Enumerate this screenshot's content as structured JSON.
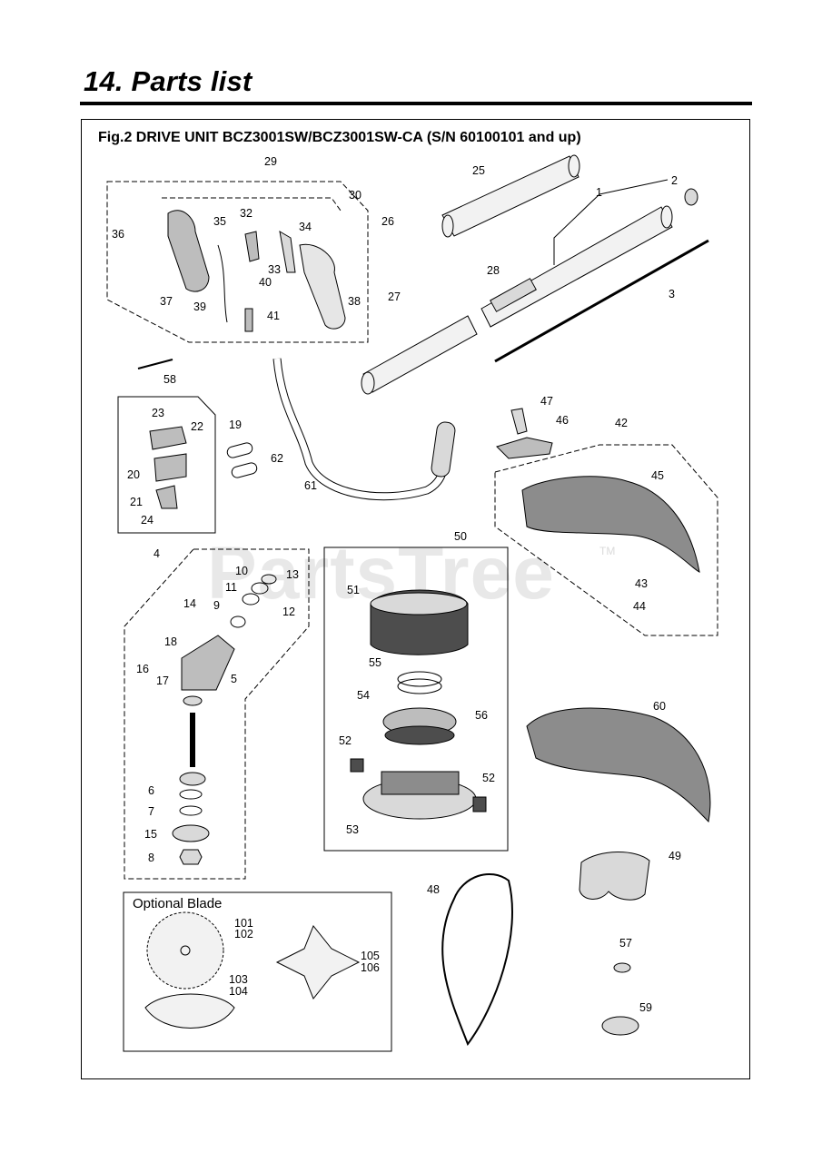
{
  "header": {
    "title": "14. Parts list"
  },
  "figure": {
    "title": "Fig.2 DRIVE UNIT  BCZ3001SW/BCZ3001SW-CA  (S/N 60100101 and up)",
    "optional_blade_title": "Optional Blade"
  },
  "watermark": {
    "text": "PartsTree",
    "tm": "TM"
  },
  "callouts": {
    "c1": "1",
    "c2": "2",
    "c3": "3",
    "c4": "4",
    "c5": "5",
    "c6": "6",
    "c7": "7",
    "c8": "8",
    "c9": "9",
    "c10": "10",
    "c11": "11",
    "c12": "12",
    "c13": "13",
    "c14": "14",
    "c15": "15",
    "c16": "16",
    "c17": "17",
    "c18": "18",
    "c19": "19",
    "c20": "20",
    "c21": "21",
    "c22": "22",
    "c23": "23",
    "c24": "24",
    "c25": "25",
    "c26": "26",
    "c27": "27",
    "c28": "28",
    "c29": "29",
    "c30": "30",
    "c32": "32",
    "c33": "33",
    "c34": "34",
    "c35": "35",
    "c36": "36",
    "c37": "37",
    "c38": "38",
    "c39": "39",
    "c40": "40",
    "c41": "41",
    "c42": "42",
    "c43": "43",
    "c44": "44",
    "c45": "45",
    "c46": "46",
    "c47": "47",
    "c48": "48",
    "c49": "49",
    "c50": "50",
    "c51": "51",
    "c52a": "52",
    "c52b": "52",
    "c53": "53",
    "c54": "54",
    "c55": "55",
    "c56": "56",
    "c57": "57",
    "c58": "58",
    "c59": "59",
    "c60": "60",
    "c61": "61",
    "c62": "62",
    "c101": "101",
    "c102": "102",
    "c103": "103",
    "c104": "104",
    "c105": "105",
    "c106": "106"
  },
  "colors": {
    "ink": "#000000",
    "watermark": "#969696",
    "part_fill": "#d9d9d9"
  }
}
